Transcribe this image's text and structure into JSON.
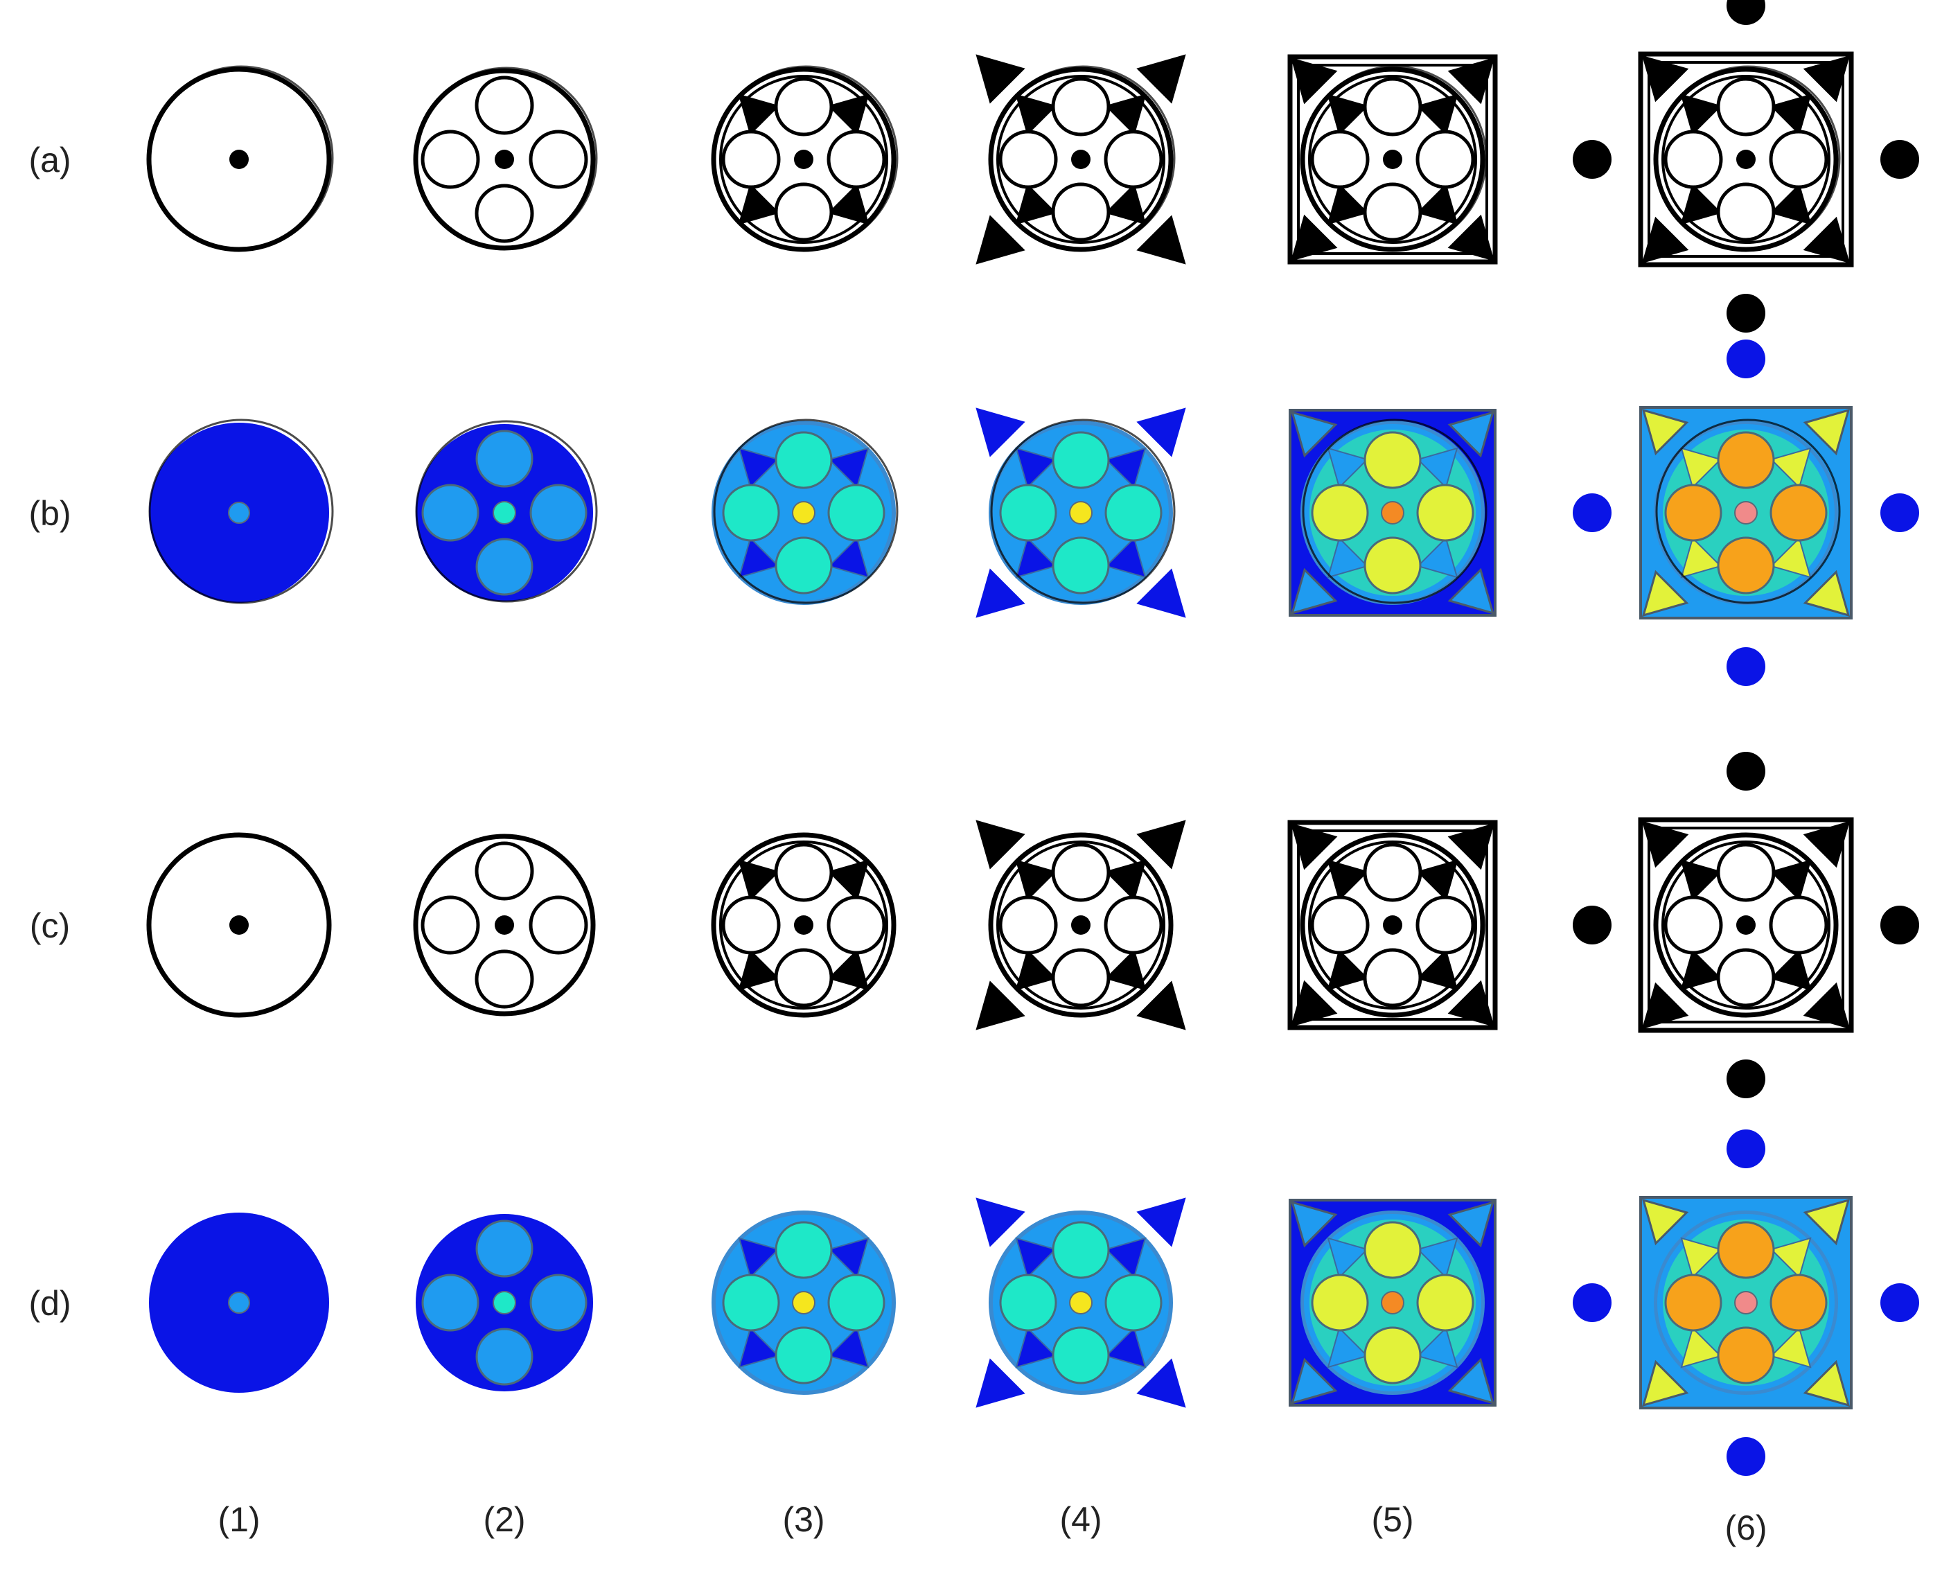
{
  "row_labels": [
    "(a)",
    "(b)",
    "(c)",
    "(d)"
  ],
  "column_labels": [
    "(1)",
    "(2)",
    "(3)",
    "(4)",
    "(5)",
    "(6)"
  ],
  "colors": {
    "stroke": "#000000",
    "dark_blue": "#0a14e6",
    "mid_blue": "#1f9bf0",
    "cyan": "#1ee8c8",
    "yellow_green": "#e2f23a",
    "yellow": "#f5e61e",
    "orange": "#f7a21b",
    "red": "#f0141e",
    "salmon": "#f08a8a",
    "teal": "#2ad0c0",
    "light_orange": "#f48a24"
  },
  "stages": [
    {
      "stage": "1",
      "features": [
        "outer disk",
        "center dot"
      ]
    },
    {
      "stage": "2",
      "features": [
        "outer disk",
        "four lobes",
        "center dot"
      ]
    },
    {
      "stage": "3",
      "features": [
        "outer disk",
        "four lobes",
        "four inner triangles",
        "center dot"
      ]
    },
    {
      "stage": "4",
      "features": [
        "outer disk",
        "four lobes",
        "four inner triangles",
        "four corner points",
        "center dot"
      ]
    },
    {
      "stage": "5",
      "features": [
        "square frame",
        "outer disk",
        "four lobes",
        "four inner triangles",
        "center dot"
      ]
    },
    {
      "stage": "6",
      "features": [
        "square frame",
        "outer disk",
        "four lobes",
        "four inner triangles",
        "four outer dots",
        "center dot"
      ]
    }
  ]
}
